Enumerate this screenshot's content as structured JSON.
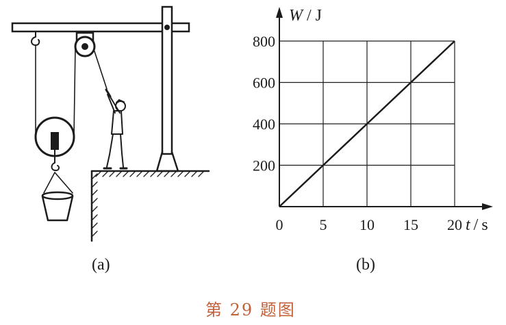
{
  "figure": {
    "caption": "第 29 题图",
    "caption_color": "#c0613a",
    "panel_a_label": "(a)",
    "panel_b_label": "(b)"
  },
  "apparatus": {
    "parts": [
      "crane-beam",
      "fixed-pulley",
      "movable-pulley",
      "bucket",
      "person-pulling",
      "platform",
      "mast"
    ]
  },
  "chart_data": {
    "type": "line",
    "title": "",
    "xlabel_italic": "t",
    "xlabel_unit": "s",
    "ylabel_italic": "W",
    "ylabel_unit": "J",
    "x_ticks": [
      "0",
      "5",
      "10",
      "15",
      "20"
    ],
    "y_ticks": [
      "200",
      "400",
      "600",
      "800"
    ],
    "xlim": [
      0,
      20
    ],
    "ylim": [
      0,
      800
    ],
    "grid": true,
    "series": [
      {
        "x": [
          0,
          5,
          10,
          15,
          20
        ],
        "y": [
          0,
          200,
          400,
          600,
          800
        ]
      }
    ]
  }
}
